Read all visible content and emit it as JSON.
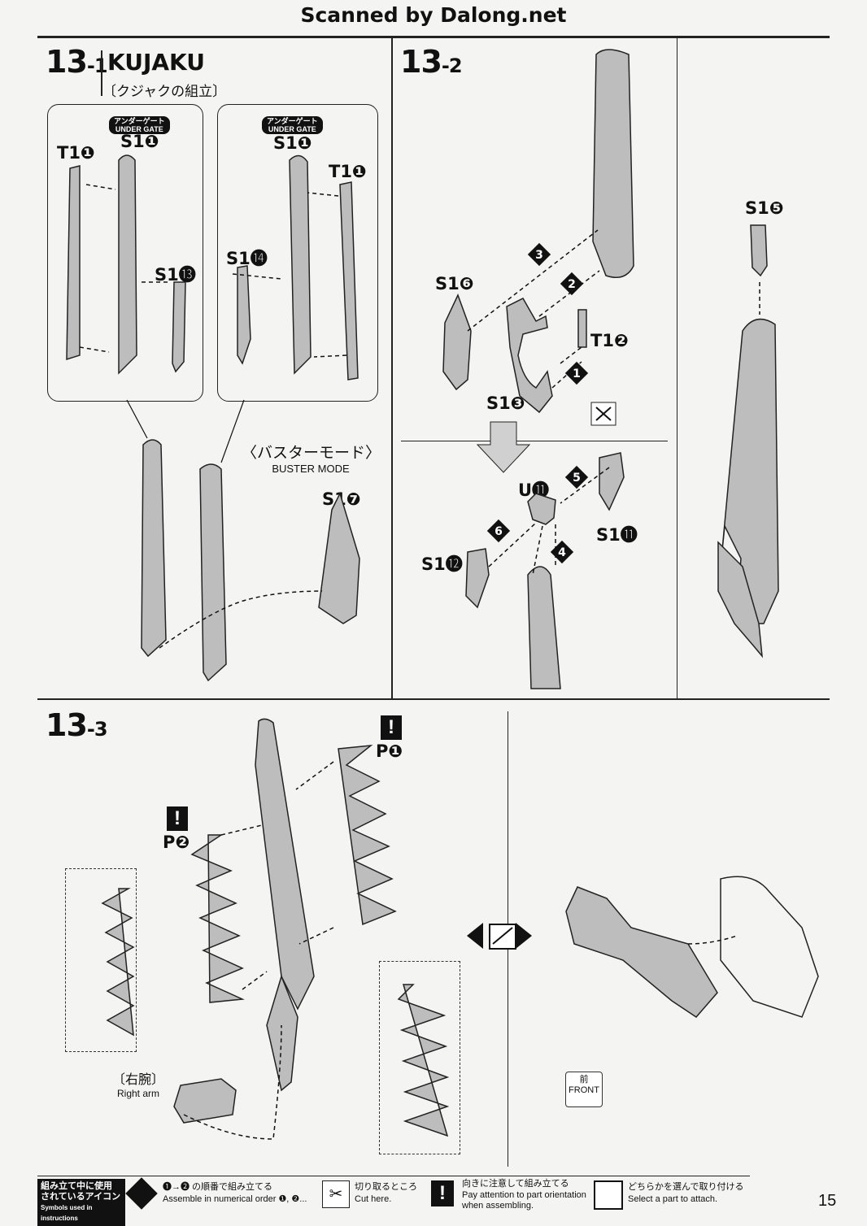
{
  "header": {
    "title": "Scanned by Dalong.net"
  },
  "step_13_1": {
    "number": "13",
    "sub": "-1",
    "name": "KUJAKU",
    "jp_name": "〔クジャクの組立〕",
    "inset_left": {
      "gate_jp": "アンダーゲート",
      "gate_en": "UNDER GATE",
      "parts": [
        "T1❶",
        "S1❶",
        "S1⓭"
      ]
    },
    "inset_right": {
      "gate_jp": "アンダーゲート",
      "gate_en": "UNDER GATE",
      "parts": [
        "S1❶",
        "T1❶",
        "S1⓮"
      ]
    },
    "mode_jp": "〈バスターモード〉",
    "mode_en": "BUSTER MODE",
    "part_s17": "S1❼"
  },
  "step_13_2": {
    "number": "13",
    "sub": "-2",
    "parts": {
      "s16": "S1❻",
      "t12": "T1❷",
      "s13": "S1❸",
      "u11": "U⓫",
      "s111": "S1⓫",
      "s112": "S1⓬",
      "s15": "S1❺"
    },
    "order": [
      "1",
      "2",
      "3",
      "4",
      "5",
      "6"
    ]
  },
  "step_13_3": {
    "number": "13",
    "sub": "-3",
    "p1": "P❶",
    "p2": "P❷",
    "right_arm_jp": "〔右腕〕",
    "right_arm_en": "Right arm",
    "front_jp": "前",
    "front_en": "FRONT"
  },
  "legend": {
    "head_jp_1": "組み立て中に使用",
    "head_jp_2": "されているアイコン",
    "head_en": "Symbols used in instructions",
    "items": [
      {
        "icon": "numbered-step-icon",
        "jp": "❶→❷ の順番で組み立てる",
        "en": "Assemble in numerical order ❶, ❷..."
      },
      {
        "icon": "cut-here-icon",
        "jp": "切り取るところ",
        "en": "Cut here."
      },
      {
        "icon": "attention-icon",
        "jp": "向きに注意して組み立てる",
        "en": "Pay attention to part orientation when assembling."
      },
      {
        "icon": "select-part-icon",
        "jp": "どちらかを選んで取り付ける",
        "en": "Select a part to attach."
      }
    ]
  },
  "page_number": "15"
}
